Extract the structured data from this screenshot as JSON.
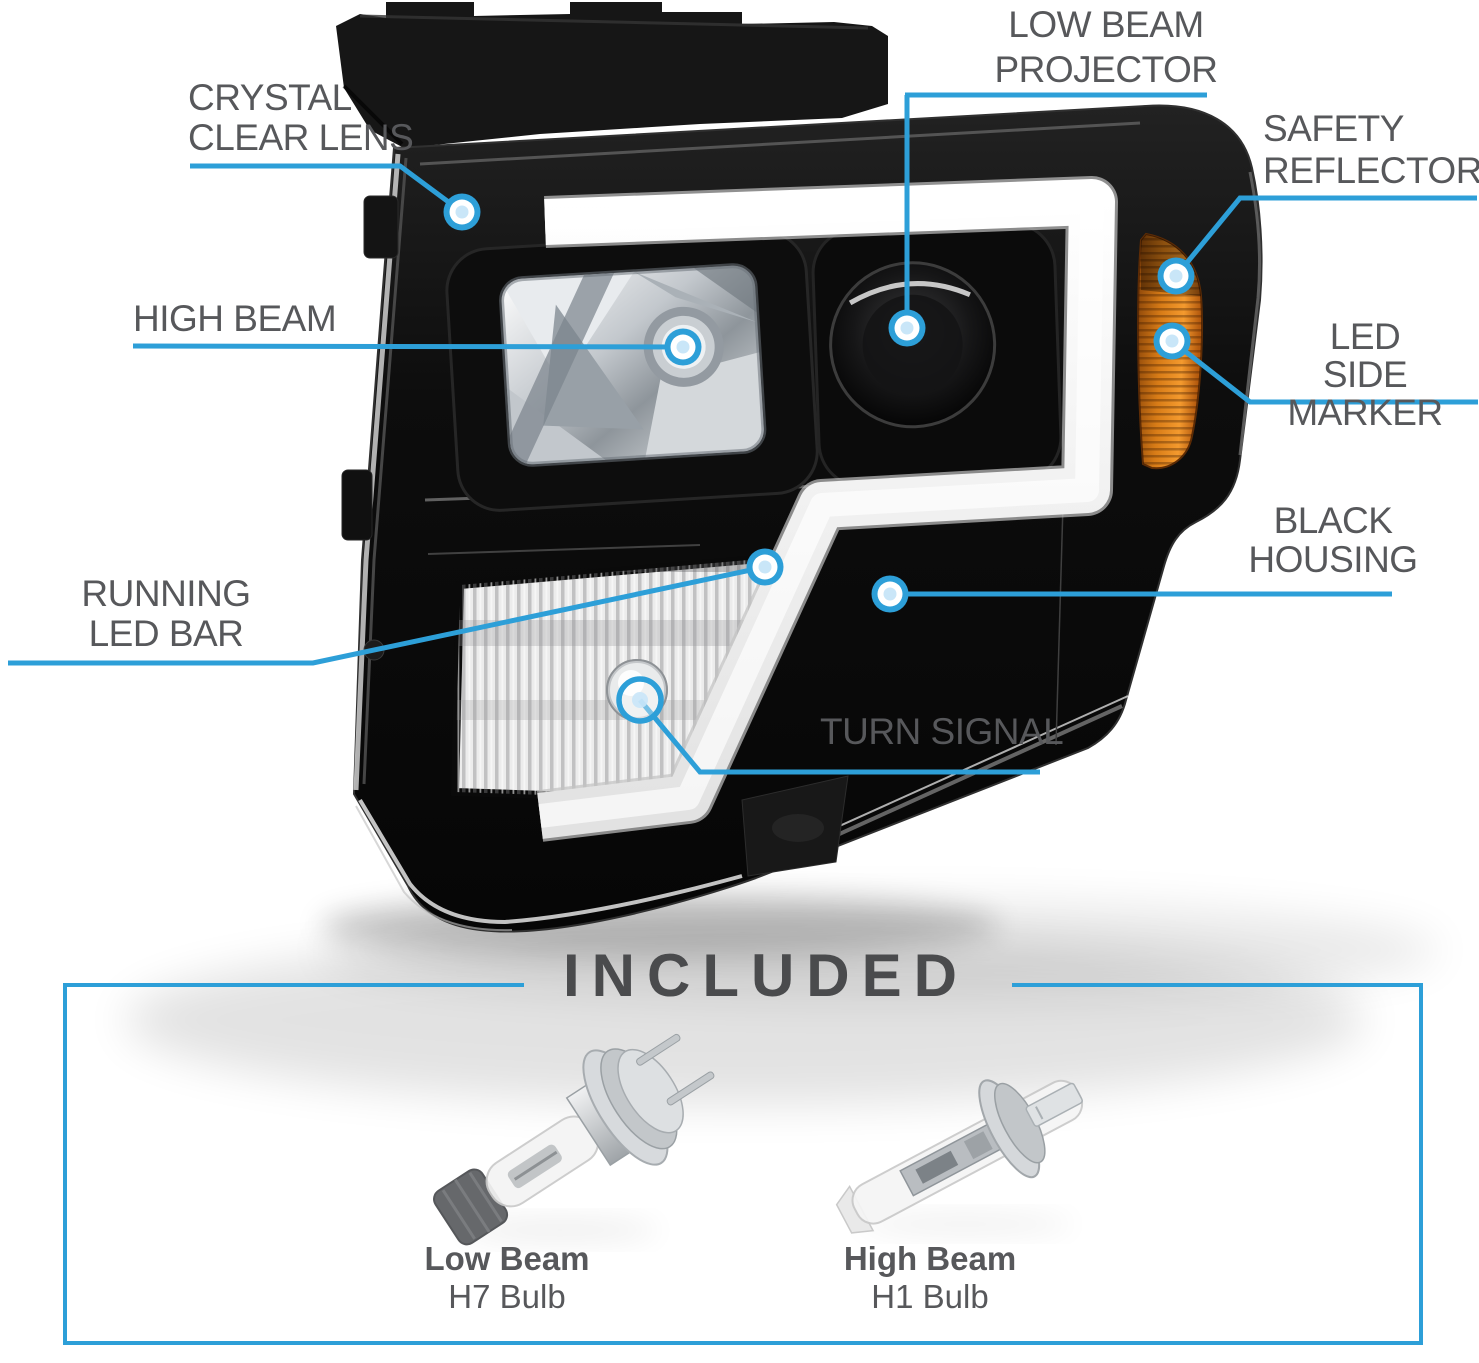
{
  "colors": {
    "accent": "#2d9fd8",
    "label_text": "#57585b",
    "title_text": "#4a4b4d",
    "amber_marker": "#d87c17",
    "led_bar": "#f3f3f3",
    "housing": "#0b0b0b"
  },
  "callouts": {
    "crystal_clear_lens": "CRYSTAL\nCLEAR LENS",
    "low_beam_projector": "LOW BEAM\nPROJECTOR",
    "safety_reflector": "SAFETY\nREFLECTOR",
    "high_beam": "HIGH BEAM",
    "led_side_marker": "LED SIDE\nMARKER",
    "black_housing": "BLACK\nHOUSING",
    "running_led_bar": "RUNNING\nLED BAR",
    "turn_signal": "TURN SIGNAL"
  },
  "included": {
    "title": "INCLUDED",
    "items": [
      {
        "name": "Low Beam",
        "bulb": "H7 Bulb"
      },
      {
        "name": "High Beam",
        "bulb": "H1 Bulb"
      }
    ]
  }
}
